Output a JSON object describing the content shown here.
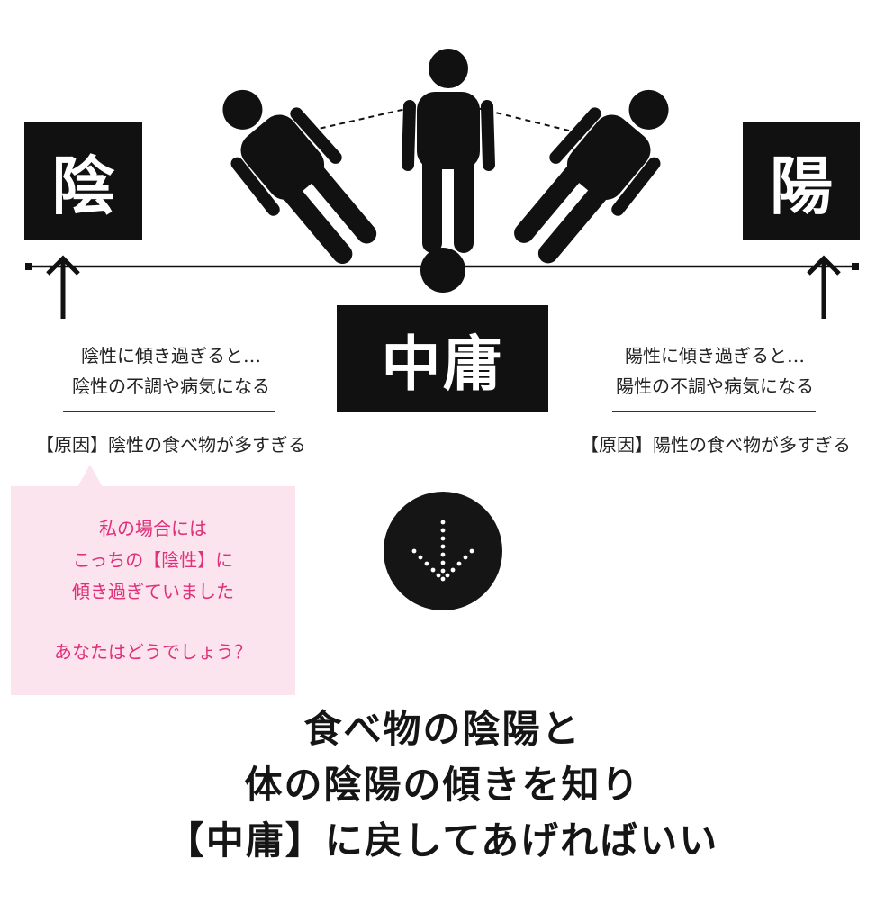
{
  "labels": {
    "yin": "陰",
    "yang": "陽",
    "center": "中庸"
  },
  "left_caption": {
    "line1": "陰性に傾き過ぎると…",
    "line2": "陰性の不調や病気になる",
    "cause": "【原因】陰性の食べ物が多すぎる"
  },
  "right_caption": {
    "line1": "陽性に傾き過ぎると…",
    "line2": "陽性の不調や病気になる",
    "cause": "【原因】陽性の食べ物が多すぎる"
  },
  "bubble": {
    "line1": "私の場合には",
    "line2": "こっちの【陰性】に",
    "line3": "傾き過ぎていました",
    "line4": "あなたはどうでしょう？"
  },
  "headline": {
    "line1": "食べ物の陰陽と",
    "line2": "体の陰陽の傾きを知り",
    "line3": "【中庸】に戻してあげればいい"
  },
  "colors": {
    "ink": "#111111",
    "bubble_bg": "#fbe4ee",
    "bubble_text": "#e0307a"
  },
  "icons": [
    "person-tilted-left-icon",
    "person-upright-icon",
    "person-tilted-right-icon",
    "fulcrum-ball-icon",
    "down-arrow-icon"
  ]
}
